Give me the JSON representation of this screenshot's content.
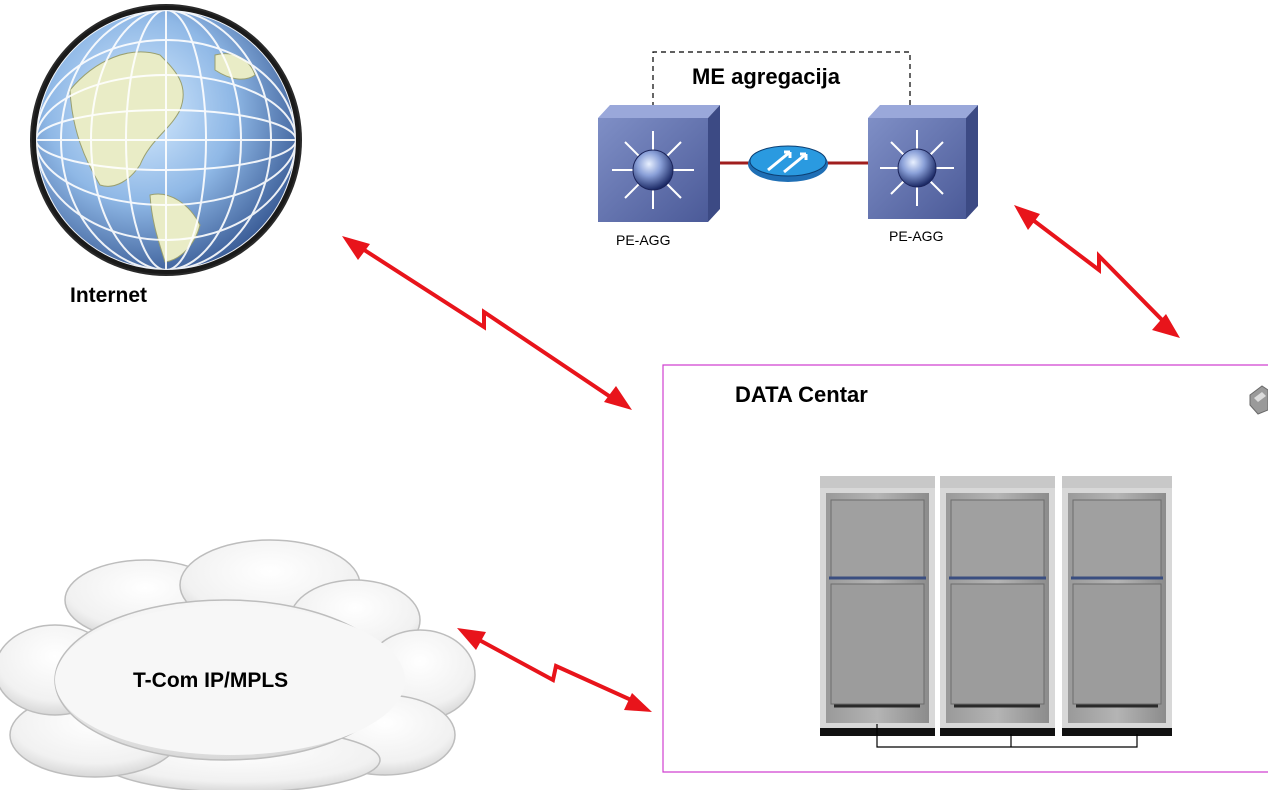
{
  "labels": {
    "internet": "Internet",
    "me_aggregation": "ME agregacija",
    "pe_agg_left": "PE-AGG",
    "pe_agg_right": "PE-AGG",
    "data_center": "DATA Centar",
    "cloud": "T-Com IP/MPLS"
  },
  "colors": {
    "link_arrows": "#e8141b",
    "dc_border": "#d040d0",
    "switch_body": "#5a6aa8",
    "switch_link": "#a01e1e",
    "ring_icon": "#2a8ed6"
  }
}
